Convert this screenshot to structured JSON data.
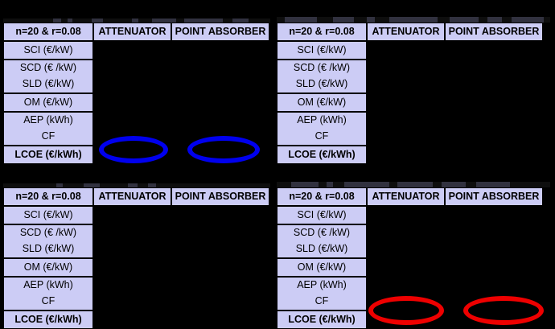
{
  "figure": {
    "background_color": "#000000",
    "cell_fill_color": "#ccccf5",
    "cell_border_color": "#000000",
    "highlight_blue": "#0000ee",
    "highlight_red": "#ee0000"
  },
  "table_template": {
    "columns": [
      "n=20 & r=0.08",
      "ATTENUATOR",
      "POINT ABSORBER"
    ],
    "rows": [
      {
        "label": "SCI (€/kW)",
        "attenuator": "",
        "point_absorber": "",
        "group": "none"
      },
      {
        "label": "SCD (€ /kW)",
        "attenuator": "",
        "point_absorber": "",
        "group": "top"
      },
      {
        "label": "SLD (€/kW)",
        "attenuator": "",
        "point_absorber": "",
        "group": "bottom"
      },
      {
        "label": "OM (€/kW)",
        "attenuator": "",
        "point_absorber": "",
        "group": "none"
      },
      {
        "label": "AEP (kWh)",
        "attenuator": "",
        "point_absorber": "",
        "group": "top"
      },
      {
        "label": "CF",
        "attenuator": "",
        "point_absorber": "",
        "group": "bottom"
      },
      {
        "label": "LCOE (€/kWh)",
        "attenuator": "",
        "point_absorber": "",
        "group": "none"
      }
    ]
  },
  "panels": [
    {
      "id": "top-left",
      "position": "top-left",
      "header": {
        "param": "n=20 & r=0.08",
        "col2": "ATTENUATOR",
        "col3": "POINT ABSORBER"
      },
      "rows": [
        "SCI (€/kW)",
        "SCD (€ /kW)",
        "SLD (€/kW)",
        "OM (€/kW)",
        "AEP (kWh)",
        "CF",
        "LCOE (€/kWh)"
      ],
      "annotations": [
        {
          "shape": "ellipse",
          "color": "#0000ee",
          "targets_row": "LCOE (€/kWh)",
          "targets_column": "ATTENUATOR"
        },
        {
          "shape": "ellipse",
          "color": "#0000ee",
          "targets_row": "LCOE (€/kWh)",
          "targets_column": "POINT ABSORBER"
        }
      ]
    },
    {
      "id": "top-right",
      "position": "top-right",
      "header": {
        "param": "n=20 & r=0.08",
        "col2": "ATTENUATOR",
        "col3": "POINT ABSORBER"
      },
      "rows": [
        "SCI (€/kW)",
        "SCD (€ /kW)",
        "SLD (€/kW)",
        "OM (€/kW)",
        "AEP (kWh)",
        "CF",
        "LCOE (€/kWh)"
      ],
      "annotations": []
    },
    {
      "id": "bottom-left",
      "position": "bottom-left",
      "header": {
        "param": "n=20 & r=0.08",
        "col2": "ATTENUATOR",
        "col3": "POINT ABSORBER"
      },
      "rows": [
        "SCI (€/kW)",
        "SCD (€ /kW)",
        "SLD (€/kW)",
        "OM (€/kW)",
        "AEP (kWh)",
        "CF",
        "LCOE (€/kWh)"
      ],
      "annotations": []
    },
    {
      "id": "bottom-right",
      "position": "bottom-right",
      "header": {
        "param": "n=20 & r=0.08",
        "col2": "ATTENUATOR",
        "col3": "POINT ABSORBER"
      },
      "rows": [
        "SCI (€/kW)",
        "SCD (€ /kW)",
        "SLD (€/kW)",
        "OM (€/kW)",
        "AEP (kWh)",
        "CF",
        "LCOE (€/kWh)"
      ],
      "annotations": [
        {
          "shape": "ellipse",
          "color": "#ee0000",
          "targets_row": "LCOE (€/kWh)",
          "targets_column": "ATTENUATOR"
        },
        {
          "shape": "ellipse",
          "color": "#ee0000",
          "targets_row": "LCOE (€/kWh)",
          "targets_column": "POINT ABSORBER"
        }
      ]
    }
  ]
}
